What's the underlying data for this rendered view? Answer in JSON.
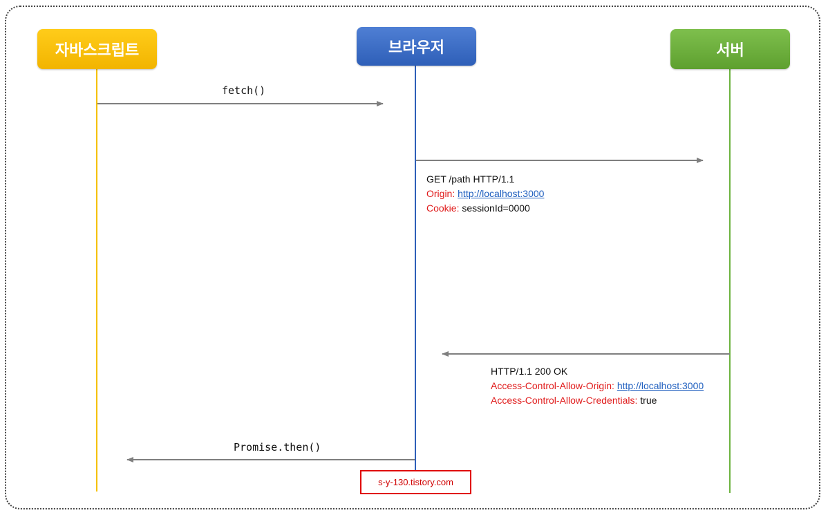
{
  "actors": {
    "javascript": "자바스크립트",
    "browser": "브라우저",
    "server": "서버"
  },
  "messages": {
    "fetch": "fetch()",
    "promise_then": "Promise.then()"
  },
  "request": {
    "line": "GET /path HTTP/1.1",
    "origin_name": "Origin",
    "origin_value": "http://localhost:3000",
    "cookie_name": "Cookie",
    "cookie_value": "sessionId=0000"
  },
  "response": {
    "line": "HTTP/1.1 200 OK",
    "acao_name": "Access-Control-Allow-Origin",
    "acao_value": "http://localhost:3000",
    "acac_name": "Access-Control-Allow-Credentials",
    "acac_value": "true"
  },
  "watermark": "s-y-130.tistory.com",
  "colors": {
    "javascript": "#f2b400",
    "browser": "#2e5fb8",
    "server": "#5ea02f",
    "header_name": "#e01b1b",
    "link": "#1f5fbf",
    "arrow": "#7f7f7f"
  }
}
